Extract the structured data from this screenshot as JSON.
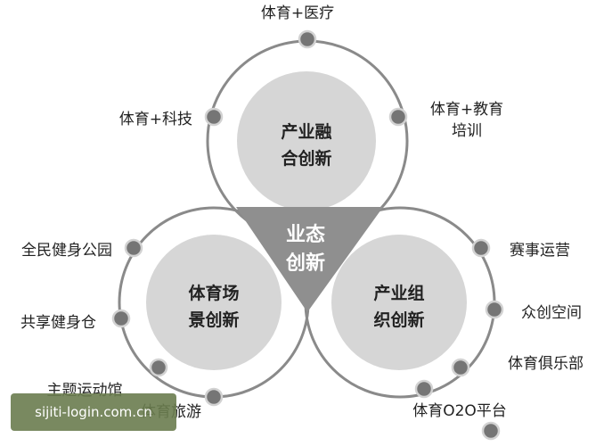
{
  "center": {
    "line1": "业态",
    "line2": "创新"
  },
  "circles": [
    {
      "line1": "产业融",
      "line2": "合创新"
    },
    {
      "line1": "体育场",
      "line2": "景创新"
    },
    {
      "line1": "产业组",
      "line2": "织创新"
    }
  ],
  "labels": {
    "top": "体育+医疗",
    "tech": "体育+科技",
    "edu_line1": "体育+教育",
    "edu_line2": "培训",
    "park": "全民健身公园",
    "share": "共享健身仓",
    "theme": "主题运动馆",
    "travel": "体育旅游",
    "event": "赛事运营",
    "space": "众创空间",
    "club": "体育俱乐部",
    "o2o": "体育O2O平台"
  },
  "watermark": "sijiti-login.com.cn"
}
